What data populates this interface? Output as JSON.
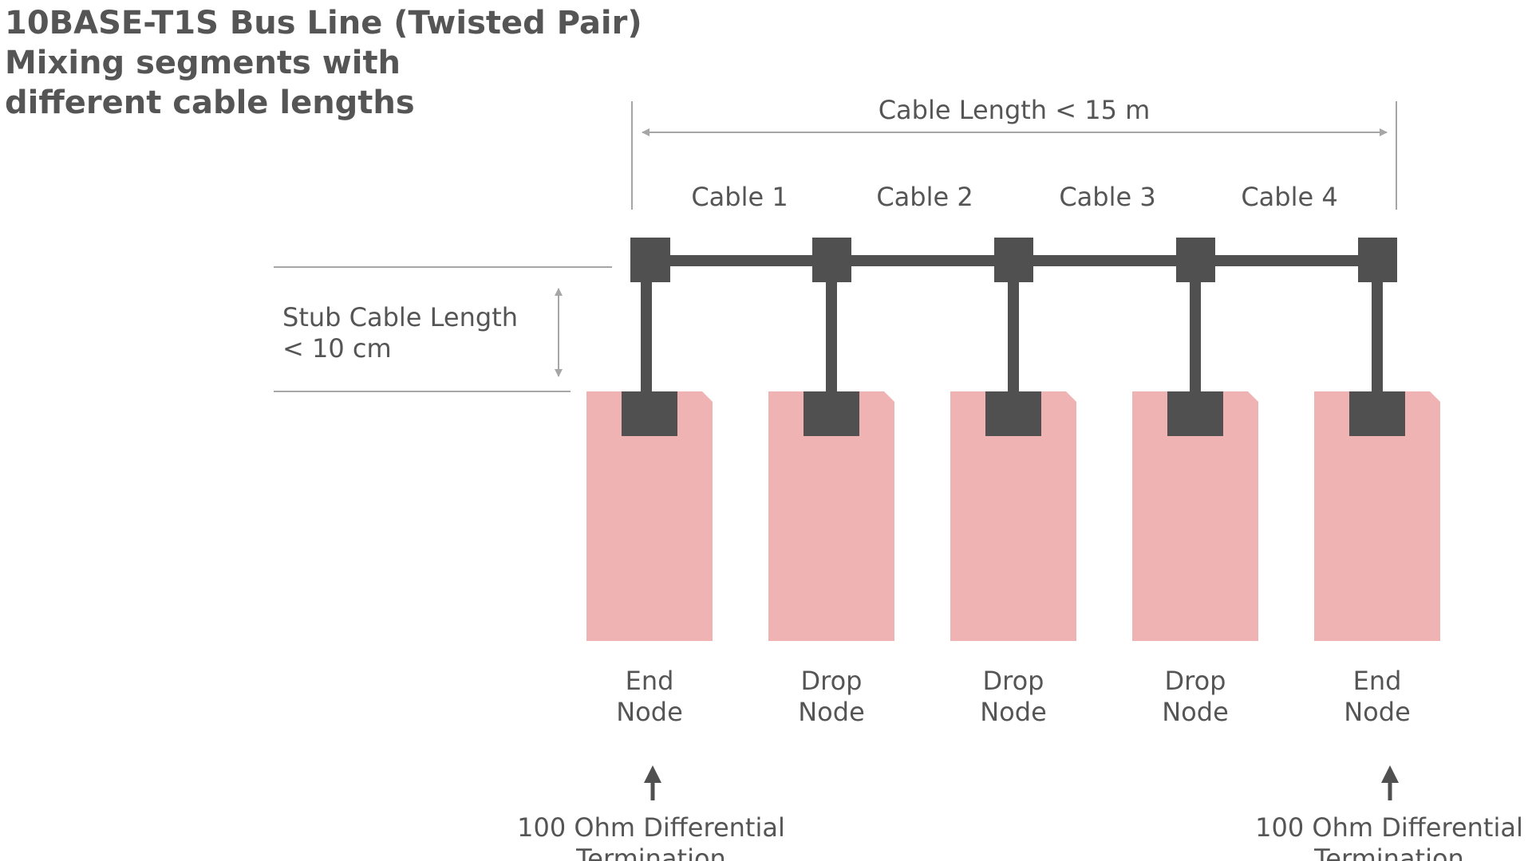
{
  "title": {
    "line1": "10BASE-T1S Bus Line (Twisted Pair)",
    "line2": "Mixing segments with",
    "line3": "different cable lengths"
  },
  "cable_length": {
    "label": "Cable Length < 15 m"
  },
  "cables": [
    {
      "label": "Cable 1"
    },
    {
      "label": "Cable 2"
    },
    {
      "label": "Cable 3"
    },
    {
      "label": "Cable 4"
    }
  ],
  "stub": {
    "line1": "Stub Cable Length",
    "line2": "< 10 cm"
  },
  "nodes": [
    {
      "line1": "End",
      "line2": "Node"
    },
    {
      "line1": "Drop",
      "line2": "Node"
    },
    {
      "line1": "Drop",
      "line2": "Node"
    },
    {
      "line1": "Drop",
      "line2": "Node"
    },
    {
      "line1": "End",
      "line2": "Node"
    }
  ],
  "terminations": [
    {
      "line1": "100 Ohm Differential",
      "line2": "Termination"
    },
    {
      "line1": "100 Ohm Differential",
      "line2": "Termination"
    }
  ],
  "colors": {
    "bus": "#505050",
    "node_fill": "#f0b3b3",
    "text": "#555555",
    "dimension": "#a6a6a6"
  }
}
